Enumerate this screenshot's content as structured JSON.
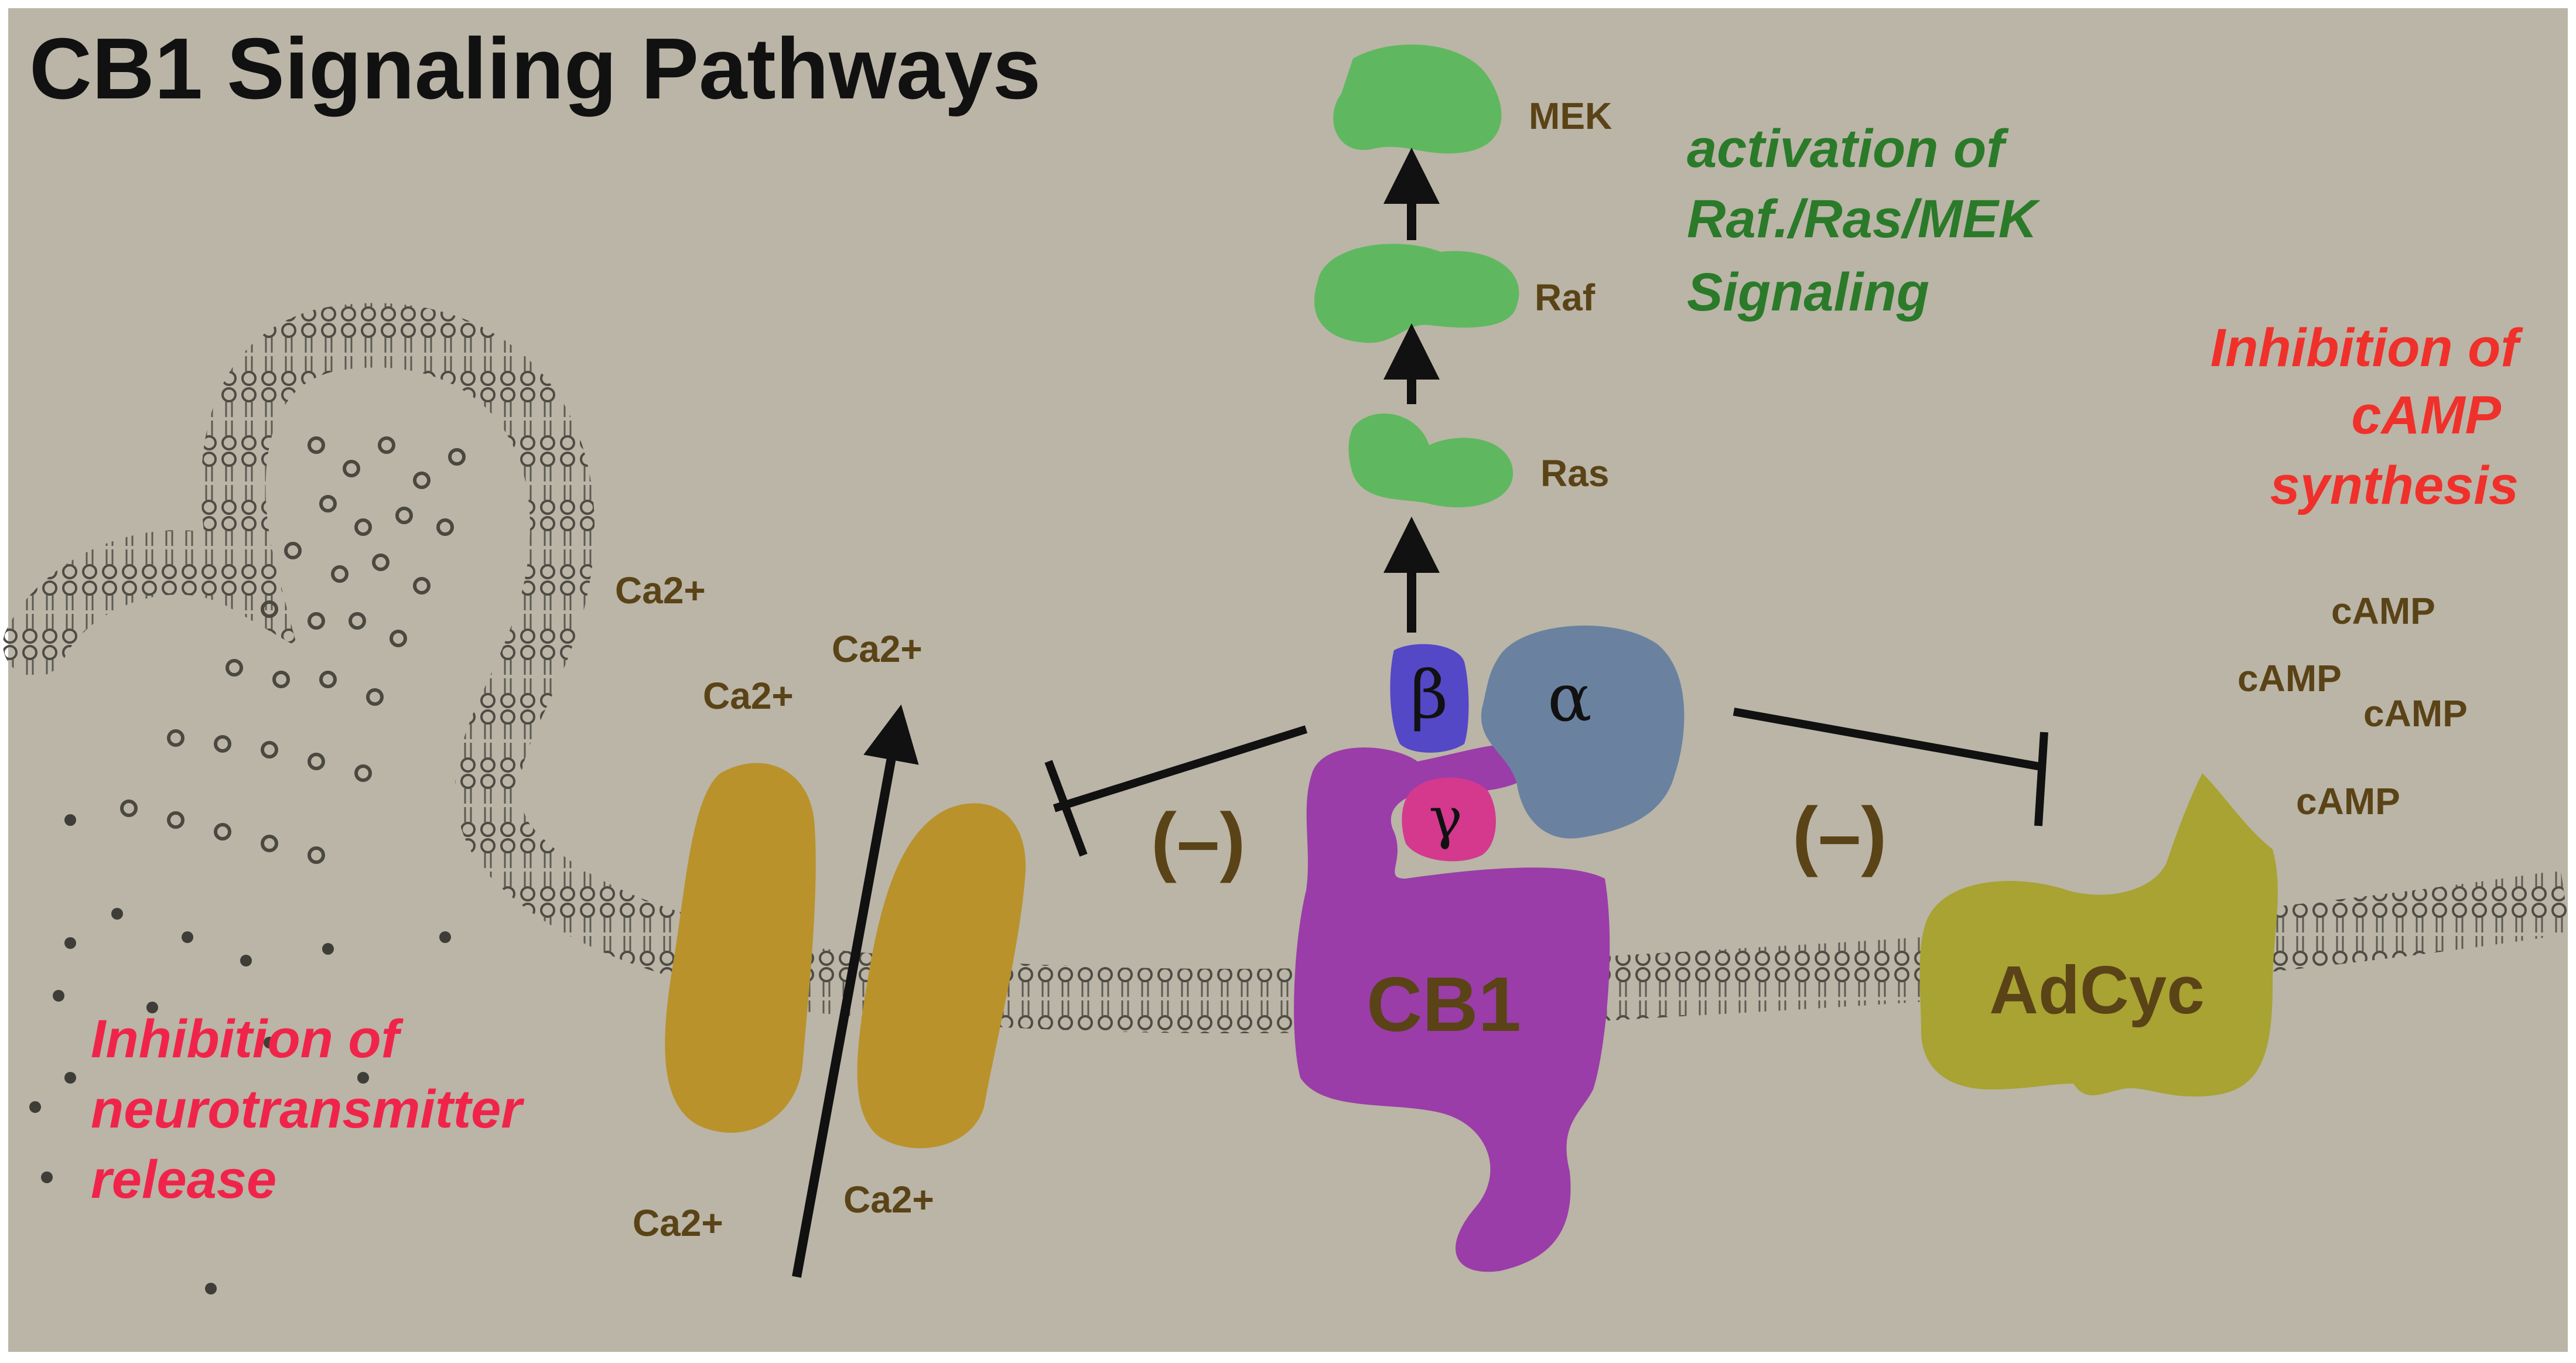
{
  "title": "CB1 Signaling Pathways",
  "cascade": {
    "mek": "MEK",
    "raf": "Raf",
    "ras": "Ras",
    "activation_lines": [
      "activation of",
      "Raf./Ras/MEK",
      "Signaling"
    ]
  },
  "camp_inhibition_lines": [
    "Inhibition of",
    "cAMP",
    "synthesis"
  ],
  "camp": [
    "cAMP",
    "cAMP",
    "cAMP",
    "cAMP"
  ],
  "calcium": [
    "Ca2+",
    "Ca2+",
    "Ca2+",
    "Ca2+",
    "Ca2+"
  ],
  "neuro_inhibition_lines": [
    "Inhibition of",
    "neurotransmitter",
    "release"
  ],
  "minus_left": "(–)",
  "minus_right": "(–)",
  "gprotein": {
    "beta": "β",
    "alpha": "α",
    "gamma": "γ"
  },
  "receptor": "CB1",
  "adcyc": "AdCyc",
  "colors": {
    "background": "#bab5a6",
    "cb1": "#9a3da8",
    "adcyc": "#a8a332",
    "channel": "#b9922c",
    "cascade_protein": "#5fb85f",
    "beta": "#5448c6",
    "alpha": "#6a82a0",
    "gamma": "#d4398e",
    "membrane": "#5c5a52"
  }
}
